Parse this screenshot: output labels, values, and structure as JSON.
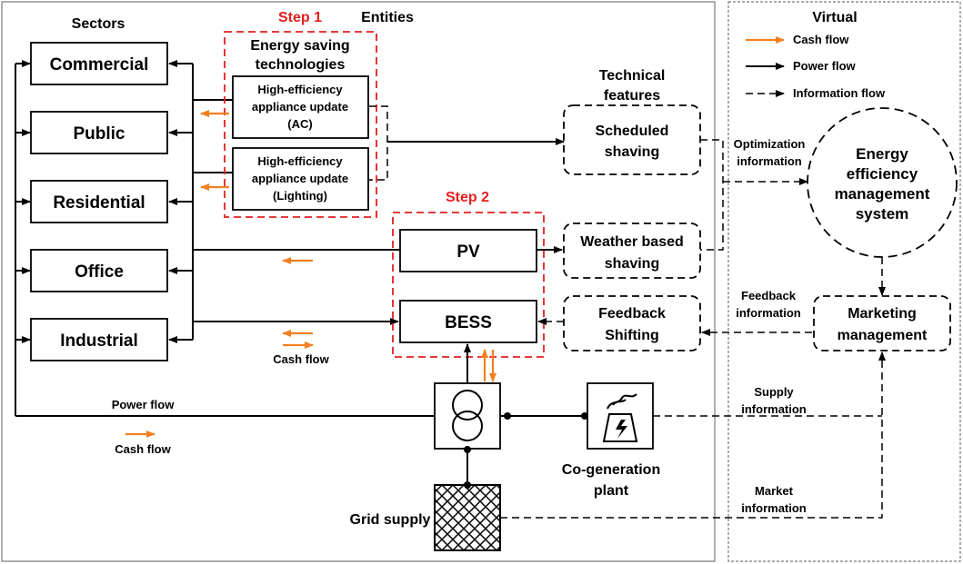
{
  "headers": {
    "sectors": "Sectors",
    "entities": "Entities",
    "virtual": "Virtual",
    "technical": [
      "Technical",
      "features"
    ]
  },
  "steps": {
    "step1": "Step 1",
    "step2": "Step 2"
  },
  "sectors": [
    "Commercial",
    "Public",
    "Residential",
    "Office",
    "Industrial"
  ],
  "energy_saving": {
    "title": [
      "Energy saving",
      "technologies"
    ],
    "ac": [
      "High-efficiency",
      "appliance update",
      "(AC)"
    ],
    "lighting": [
      "High-efficiency",
      "appliance update",
      "(Lighting)"
    ]
  },
  "pv": "PV",
  "bess": "BESS",
  "features": {
    "scheduled": [
      "Scheduled",
      "shaving"
    ],
    "weather": [
      "Weather based",
      "shaving"
    ],
    "feedback": [
      "Feedback",
      "Shifting"
    ]
  },
  "eems": [
    "Energy",
    "efficiency",
    "management",
    "system"
  ],
  "marketing": [
    "Marketing",
    "management"
  ],
  "cogeneration": [
    "Co-generation",
    "plant"
  ],
  "grid_supply": "Grid supply",
  "legend": {
    "cash": "Cash flow",
    "power": "Power flow",
    "info": "Information flow"
  },
  "flow_labels": {
    "optimization": [
      "Optimization",
      "information"
    ],
    "feedback_info": [
      "Feedback",
      "information"
    ],
    "supply_info": [
      "Supply",
      "information"
    ],
    "market_info": [
      "Market",
      "information"
    ],
    "power_flow": "Power flow",
    "cash_flow_left": "Cash flow",
    "cash_flow_mid": "Cash flow"
  },
  "colors": {
    "step_red": "#e41e1e",
    "cash_orange": "#f08020"
  }
}
